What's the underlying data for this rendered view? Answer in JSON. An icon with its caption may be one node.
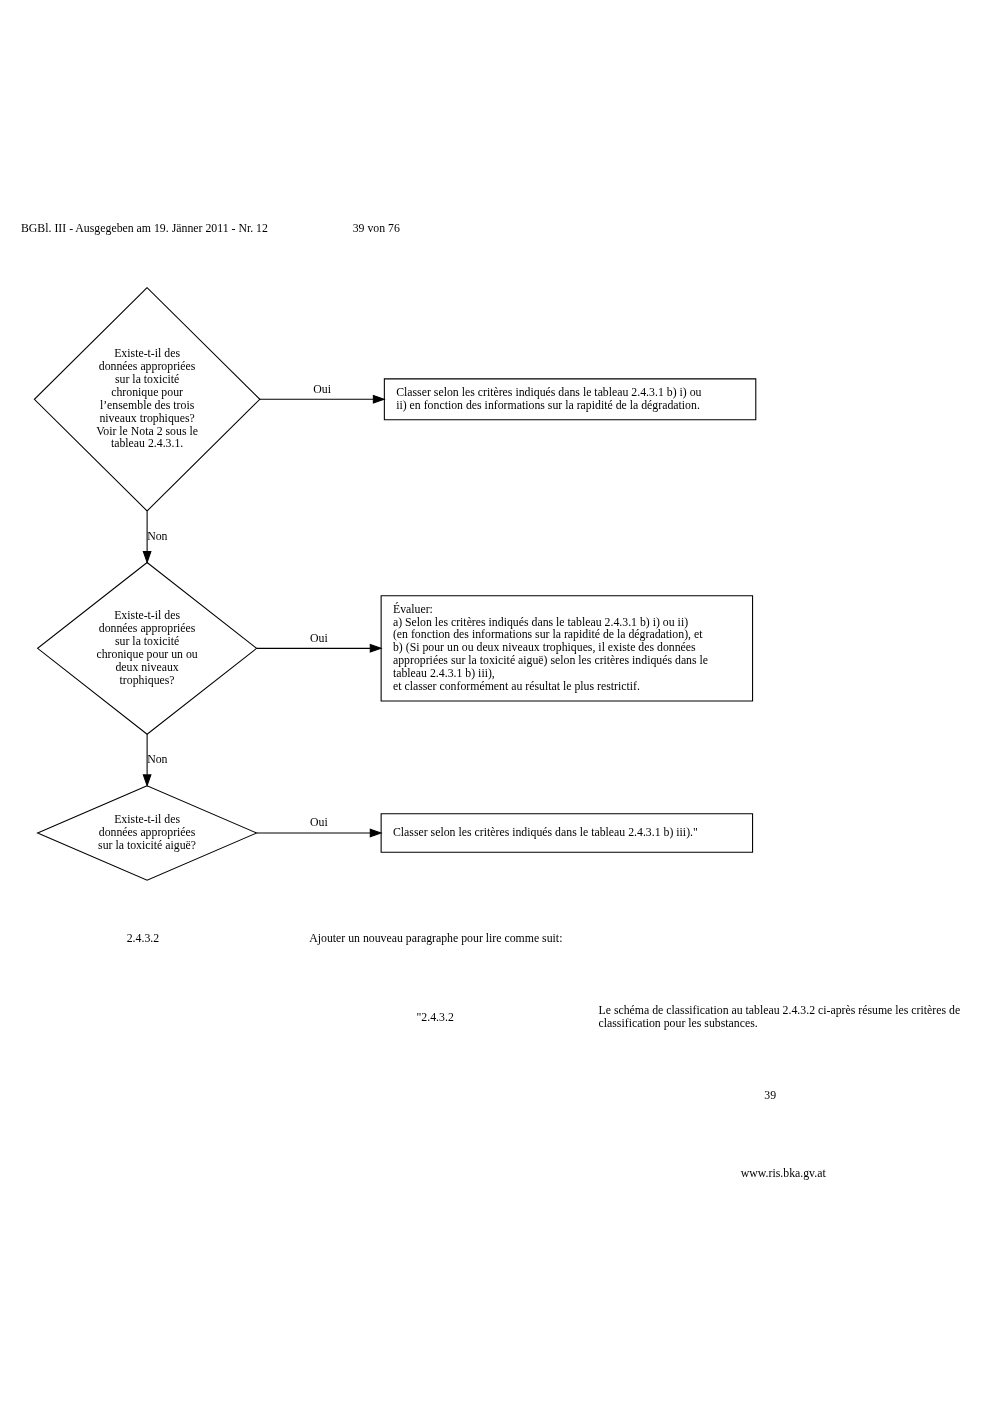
{
  "diagram": {
    "nodes": [
      {
        "text": [
          "Existe-t-il des données appropriées sur la toxicité chronique pour l’ensemble des trois niveaux trophiques? Voir le Nota 2 sous le tableau 2.4.3.1."
        ]
      },
      {
        "text": [
          "Classer selon les critères indiqués dans le tableau 2.4.3.1 b) i) ou ii) en fonction des informations sur la rapidité de la dégradation."
        ]
      },
      {
        "text": [
          "Existe-t-il des données appropriées sur la toxicité chronique pour un ou deux niveaux trophiques?"
        ]
      },
      {
        "text": [
          "Évaluer:",
          "a) Selon les critères indiqués dans le tableau 2.4.3.1 b) i) ou ii) (en fonction des informations sur la rapidité de la dégradation), et",
          "b) (Si pour un ou deux niveaux trophiques, il existe des données appropriées sur la toxicité aiguë) selon les critères indiqués dans le tableau 2.4.3.1 b) iii),",
          "et classer conformément au résultat le plus restrictif."
        ]
      },
      {
        "text": [
          "Existe-t-il des données appropriées sur la toxicité aiguë?"
        ]
      },
      {
        "text": [
          "Classer selon les critères indiqués dans le tableau 2.4.3.1 b) iii).\""
        ]
      }
    ],
    "edges": [
      {
        "from": 0,
        "to": 1,
        "arrow": "to",
        "label": "Oui"
      },
      {
        "from": 0,
        "to": 2,
        "arrow": "to",
        "label": "Non"
      },
      {
        "from": 2,
        "to": 3,
        "arrow": "to",
        "label": "Oui"
      },
      {
        "from": 2,
        "to": 4,
        "arrow": "to",
        "label": "Non"
      },
      {
        "from": 4,
        "to": 5,
        "arrow": "to",
        "label": "Oui"
      }
    ],
    "labels": [
      "BGBl. III - Ausgegeben am 19. Jänner 2011 - Nr. 12",
      "39 von 76",
      "2.4.3.2",
      "Ajouter un nouveau paragraphe pour lire comme suit:",
      "\"2.4.3.2",
      "Le schéma de classification au tableau 2.4.3.2 ci-après résume les critères de classification pour les substances.",
      "39",
      "www.ris.bka.gv.at"
    ]
  }
}
